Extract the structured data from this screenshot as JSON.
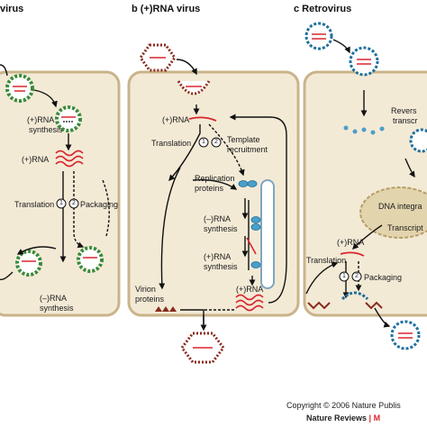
{
  "panels": {
    "a": {
      "title": "virus"
    },
    "b": {
      "title": "b (+)RNA virus"
    },
    "c": {
      "title": "c Retrovirus"
    }
  },
  "labels": {
    "a_rna_synthesis_1": "(+)RNA",
    "a_rna_synthesis_2": "synthesis",
    "a_rna": "(+)RNA",
    "a_translation": "Translation",
    "a_packaging": "Packaging",
    "a_neg_rna_1": "(–)RNA",
    "a_neg_rna_2": "synthesis",
    "b_rna": "(+)RNA",
    "b_translation": "Translation",
    "b_template_1": "Template",
    "b_template_2": "recruitment",
    "b_replication_1": "Replication",
    "b_replication_2": "proteins",
    "b_neg_rna_1": "(–)RNA",
    "b_neg_rna_2": "synthesis",
    "b_pos_rna_1": "(+)RNA",
    "b_pos_rna_2": "synthesis",
    "b_virion_1": "Virion",
    "b_virion_2": "proteins",
    "b_rna_bottom": "(+)RNA",
    "c_reverse_1": "Revers",
    "c_reverse_2": "transcr",
    "c_dna": "DNA integra",
    "c_transcript": "Transcript",
    "c_rna": "(+)RNA",
    "c_translation": "Translation",
    "c_packaging": "Packaging",
    "step_1": "1",
    "step_2": "2"
  },
  "footer": {
    "copyright": "Copyright © 2006 Nature Publis",
    "journal": "Nature Reviews",
    "journal_suffix": "| M"
  },
  "colors": {
    "cell_fill": "#f3ead6",
    "cell_border": "#c9b48a",
    "rna_red": "#d8262e",
    "capsid_blue": "#1f6f9e",
    "capsid_green": "#3a8a3a",
    "spike_brown": "#8a2b1e"
  }
}
